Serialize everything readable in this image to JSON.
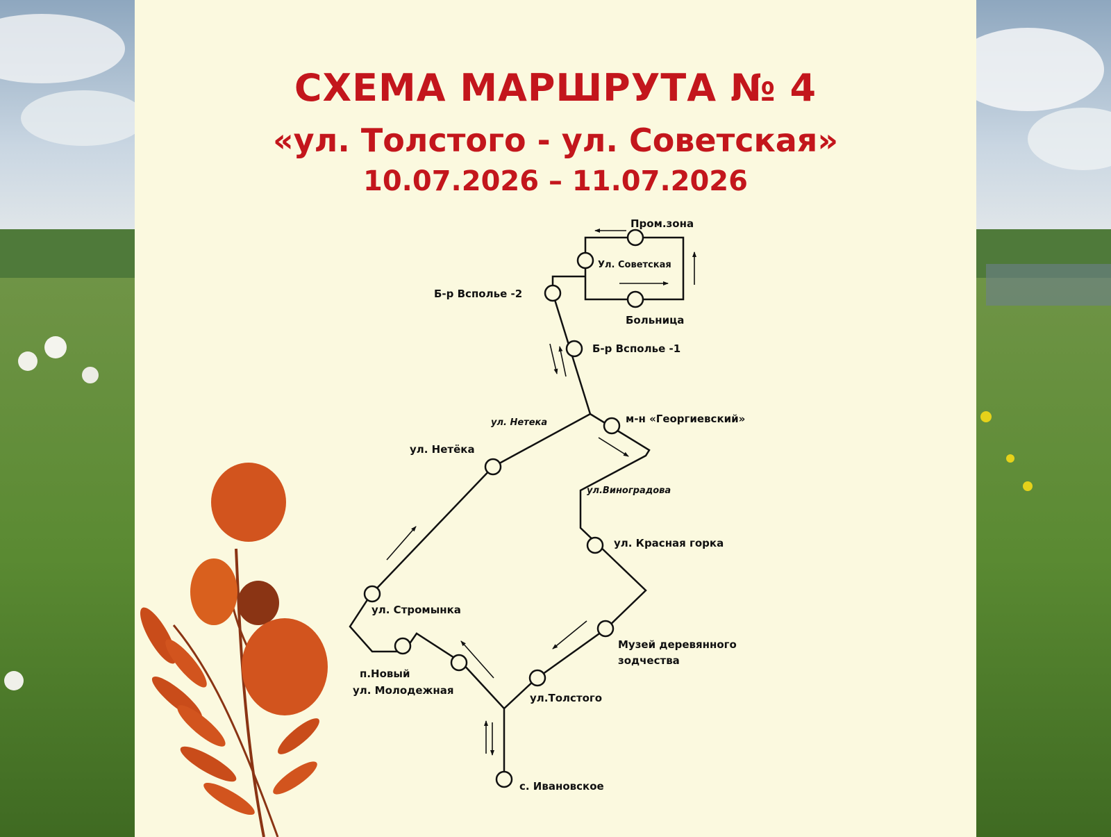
{
  "poster": {
    "title_line1": "СХЕМА МАРШРУТА № 4",
    "title_line2": "«ул. Толстого - ул. Советская»",
    "dates": "10.07.2026 – 11.07.2026"
  },
  "route": {
    "street_labels": [
      "ул. Нетека",
      "ул.Виноградова"
    ],
    "stops": [
      "Пром.зона",
      "Ул. Советская",
      "Больница",
      "Б-р Вспольe -2",
      "Б-р Вспольe -1",
      "м-н «Георгиевский»",
      "ул. Нетёка",
      "ул. Красная горка",
      "ул. Стромынка",
      "Музей деревянного",
      "зодчества",
      "п.Новый",
      "ул. Молодежная",
      "ул.Толстого",
      "с. Ивановское"
    ]
  },
  "colors": {
    "title": "#c3161c",
    "poster_background": "#fbf9df",
    "route_line": "#111111",
    "leaf_orange": "#d2541e",
    "leaf_dark": "#8a3414"
  }
}
